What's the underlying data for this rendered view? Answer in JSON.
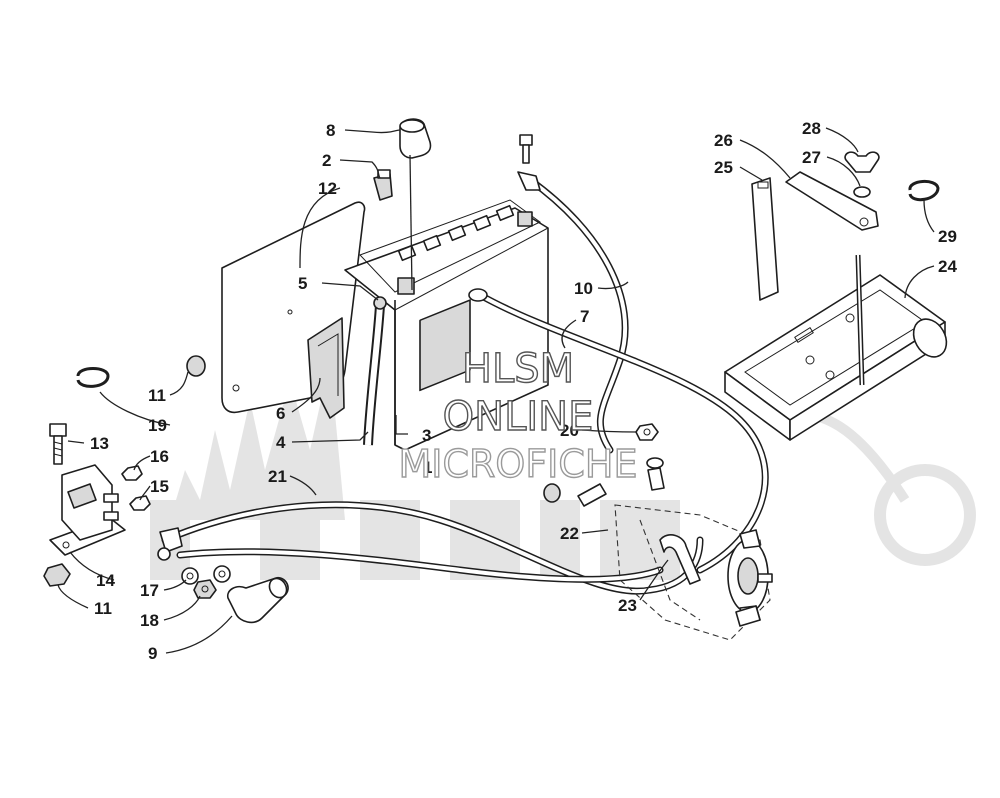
{
  "watermark": {
    "line1": "HLSM",
    "line2": "ONLINE",
    "line3": "MICROFICHE"
  },
  "callouts": [
    {
      "id": "c1",
      "text": "1"
    },
    {
      "id": "c2",
      "text": "2"
    },
    {
      "id": "c3",
      "text": "3"
    },
    {
      "id": "c4",
      "text": "4"
    },
    {
      "id": "c5",
      "text": "5"
    },
    {
      "id": "c6",
      "text": "6"
    },
    {
      "id": "c7",
      "text": "7"
    },
    {
      "id": "c8",
      "text": "8"
    },
    {
      "id": "c9",
      "text": "9"
    },
    {
      "id": "c10",
      "text": "10"
    },
    {
      "id": "c11a",
      "text": "11"
    },
    {
      "id": "c11b",
      "text": "11"
    },
    {
      "id": "c12",
      "text": "12"
    },
    {
      "id": "c13",
      "text": "13"
    },
    {
      "id": "c14",
      "text": "14"
    },
    {
      "id": "c15",
      "text": "15"
    },
    {
      "id": "c16",
      "text": "16"
    },
    {
      "id": "c17",
      "text": "17"
    },
    {
      "id": "c18",
      "text": "18"
    },
    {
      "id": "c19",
      "text": "19"
    },
    {
      "id": "c20",
      "text": "20"
    },
    {
      "id": "c21",
      "text": "21"
    },
    {
      "id": "c22",
      "text": "22"
    },
    {
      "id": "c23",
      "text": "23"
    },
    {
      "id": "c24",
      "text": "24"
    },
    {
      "id": "c25",
      "text": "25"
    },
    {
      "id": "c26",
      "text": "26"
    },
    {
      "id": "c27",
      "text": "27"
    },
    {
      "id": "c28",
      "text": "28"
    },
    {
      "id": "c29",
      "text": "29"
    }
  ]
}
